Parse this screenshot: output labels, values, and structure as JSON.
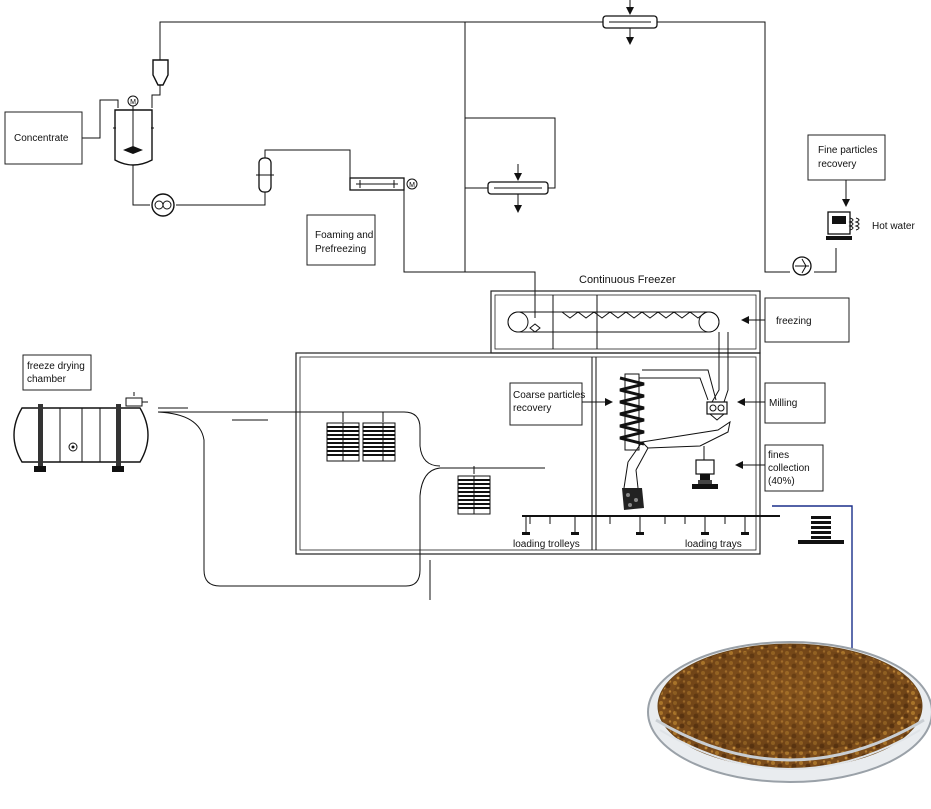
{
  "labels": {
    "concentrate": "Concentrate",
    "foaming_line1": "Foaming and",
    "foaming_line2": "Prefreezing",
    "fine_recovery_line1": "Fine particles",
    "fine_recovery_line2": "recovery",
    "hot_water": "Hot water",
    "continuous_freezer": "Continuous Freezer",
    "freezing": "freezing",
    "freeze_drying_line1": "freeze drying",
    "freeze_drying_line2": "chamber",
    "coarse_line1": "Coarse particles",
    "coarse_line2": "recovery",
    "milling": "Milling",
    "fines_line1": "fines",
    "fines_line2": "collection",
    "fines_line3": "(40%)",
    "loading_trolleys": "loading trolleys",
    "loading_trays": "loading trays"
  },
  "icons": {
    "motor": "M",
    "pump": "pump-icon",
    "valve": "valve-icon"
  },
  "colors": {
    "line": "#111111",
    "product_link": "#1a2f8a",
    "coffee_dark": "#5a3410",
    "coffee_light": "#a8742a"
  }
}
